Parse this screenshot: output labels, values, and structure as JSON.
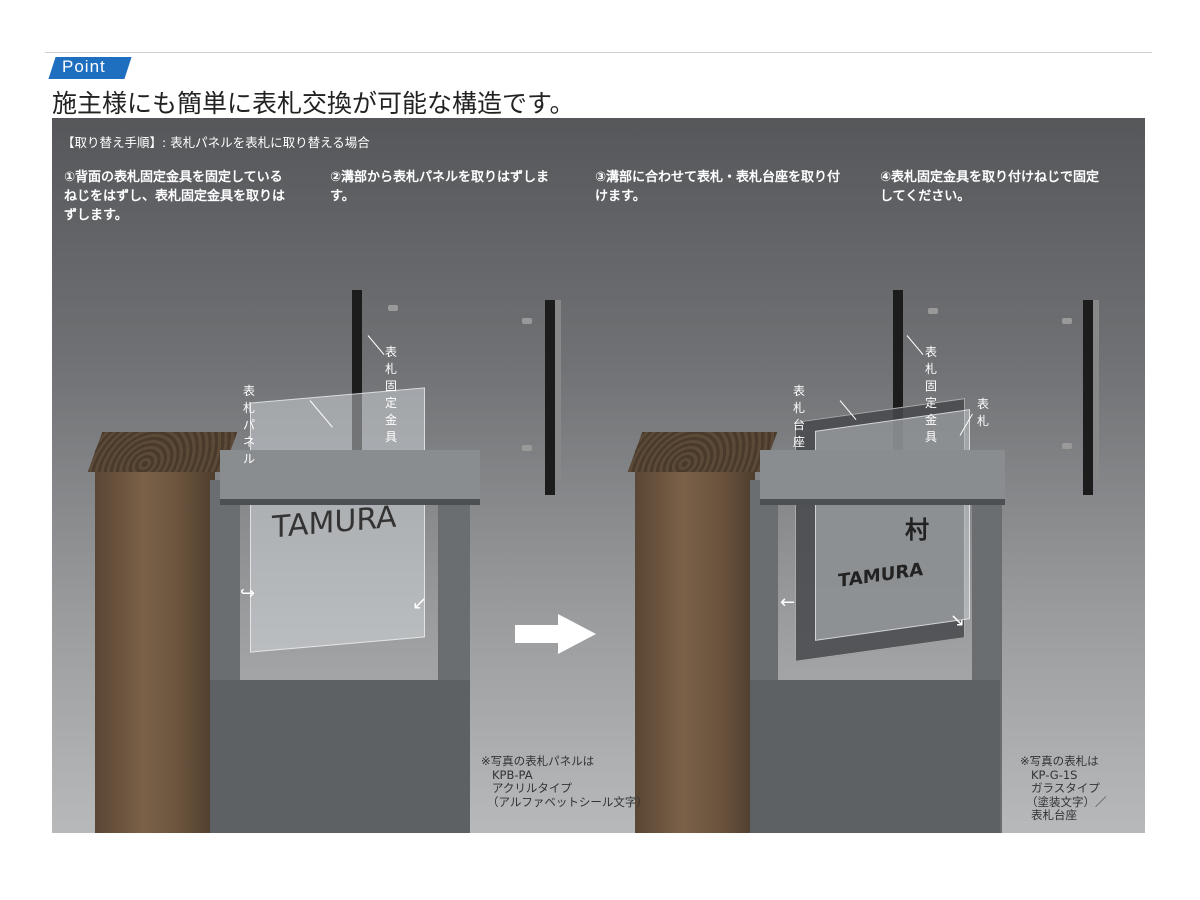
{
  "header": {
    "badge": "Point",
    "headline": "施主様にも簡単に表札交換が可能な構造です。"
  },
  "panel": {
    "procedure_title": "【取り替え手順】: 表札パネルを表札に取り替える場合",
    "steps": [
      {
        "text": "①背面の表札固定金具を固定しているねじをはずし、表札固定金具を取りはずします。"
      },
      {
        "text": "②溝部から表札パネルを取りはずします。"
      },
      {
        "text": "③溝部に合わせて表札・表札台座を取り付けます。"
      },
      {
        "text": "④表札固定金具を取り付けねじで固定してください。"
      }
    ],
    "labels": {
      "bracket_left": "表札固定金具",
      "panel": "表札パネル",
      "bracket_right": "表札固定金具",
      "base": "表札台座",
      "nameplate": "表札"
    },
    "plate_text_left": "TAMURA",
    "plate_text_right": "TAMURA",
    "plate_kanji": "村",
    "notes": {
      "left": [
        "※写真の表札パネルは",
        "KPB-PA",
        "アクリルタイプ",
        "（アルファベットシール文字）"
      ],
      "right": [
        "※写真の表札は",
        "KP-G-1S",
        "ガラスタイプ",
        "（塗装文字）／",
        "表札台座"
      ]
    }
  }
}
